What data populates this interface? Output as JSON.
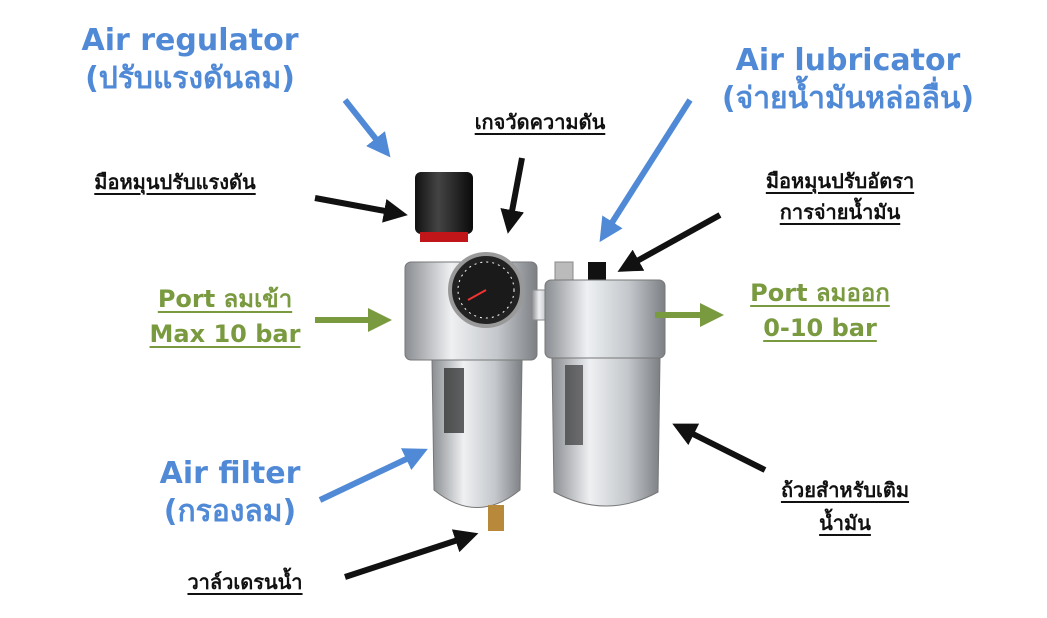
{
  "colors": {
    "blue": "#5089d6",
    "green": "#7a9a40",
    "black": "#111111"
  },
  "labels": {
    "regulator": {
      "line1": "Air regulator",
      "line2": "(ปรับแรงดันลม)"
    },
    "gauge": {
      "line1": "เกจวัดความดัน"
    },
    "lubricator": {
      "line1": "Air lubricator",
      "line2": "(จ่ายน้ำมันหล่อลื่น)"
    },
    "pressure_knob": {
      "line1": "มือหมุนปรับแรงดัน"
    },
    "oil_knob": {
      "line1": "มือหมุนปรับอัตรา",
      "line2": "การจ่ายน้ำมัน"
    },
    "port_in": {
      "line1": "Port ลมเข้า",
      "line2": "Max 10 bar"
    },
    "port_out": {
      "line1": "Port ลมออก",
      "line2": "0-10 bar"
    },
    "filter": {
      "line1": "Air filter",
      "line2": "(กรองลม)"
    },
    "oil_cup": {
      "line1": "ถ้วยสำหรับเติม",
      "line2": "น้ำมัน"
    },
    "drain": {
      "line1": "วาล์วเดรนน้ำ"
    }
  }
}
